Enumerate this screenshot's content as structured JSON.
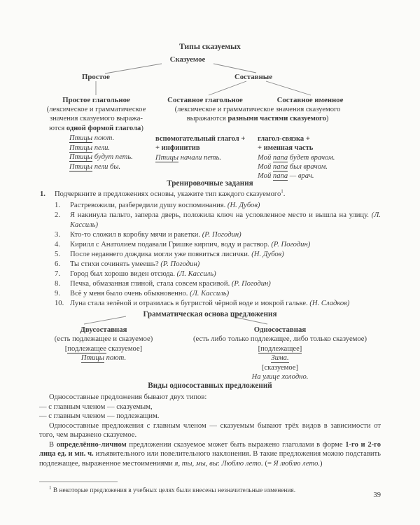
{
  "theme": {
    "ink": "#3c3c3c",
    "line": "#8a8a8a",
    "bg": "#fbfbf9"
  },
  "page": {
    "number": "39"
  },
  "d1": {
    "title": "Типы сказуемых",
    "root": "Сказуемое",
    "branch_simple": "Простое",
    "branch_compound": "Составные",
    "col1": {
      "heading": "Простое глагольное",
      "desc1": "(лексическое и грамматическое",
      "desc2": "значения сказуемого выража-",
      "desc3_pre": "ются ",
      "desc3_bold": "одной формой глагола",
      "desc3_close": ")",
      "ex": [
        {
          "subj": "Птицы",
          "rest": " поют."
        },
        {
          "subj": "Птицы",
          "rest": " пели."
        },
        {
          "subj": "Птицы",
          "rest": " будут петь."
        },
        {
          "subj": "Птицы",
          "rest": " пели бы."
        }
      ]
    },
    "col2": {
      "heading": "Составное глагольное",
      "formula1": "вспомогательный глагол +",
      "formula2": "+ инфинитив",
      "ex_subj": "Птицы",
      "ex_rest": " начали петь."
    },
    "col3": {
      "heading": "Составное именное",
      "formula1": "глагол-связка +",
      "formula2": "+ именная часть",
      "ex": [
        {
          "pre": "Мой ",
          "subj": "папа",
          "rest": " будет врачом."
        },
        {
          "pre": "Мой ",
          "subj": "папа",
          "rest": " был врачом."
        },
        {
          "pre": "Мой ",
          "subj": "папа",
          "rest": " — врач."
        }
      ]
    },
    "shared_desc1": "(лексическое и грамматическое значения сказуемого",
    "shared_desc2_pre": "выражаются ",
    "shared_desc2_bold": "разными частями сказуемого",
    "shared_desc2_close": ")"
  },
  "exercise": {
    "title": "Тренировочные задания",
    "num": "1.",
    "task": "Подчеркните в предложениях основы, укажите тип каждого сказуемого",
    "task_ref": "1",
    "task_close": ".",
    "items": [
      {
        "num": "1.",
        "text": "Растревожили, разбередили душу воспоминания. ",
        "author": "(Н. Дубов)"
      },
      {
        "num": "2.",
        "text": "Я накинула пальто, заперла дверь, положила ключ на условленное место и вышла на улицу. ",
        "author": "(Л. Кассиль)"
      },
      {
        "num": "3.",
        "text": "Кто-то сложил в коробку мячи и ракетки. ",
        "author": "(Р. Погодин)"
      },
      {
        "num": "4.",
        "text": "Кирилл с Анатолием подавали Гришке кирпич, воду и раствор. ",
        "author": "(Р. Погодин)"
      },
      {
        "num": "5.",
        "text": "После недавнего дождика могли уже появиться лисички. ",
        "author": "(Н. Дубов)"
      },
      {
        "num": "6.",
        "text": "Ты стихи сочинять умеешь? ",
        "author": "(Р. Погодин)"
      },
      {
        "num": "7.",
        "text": "Город был хорошо виден отсюда. ",
        "author": "(Л. Кассиль)"
      },
      {
        "num": "8.",
        "text": "Печка, обмазанная глиной, стала совсем красивой. ",
        "author": "(Р. Погодин)"
      },
      {
        "num": "9.",
        "text": "Всё у меня было очень обыкновенно. ",
        "author": "(Л. Кассиль)"
      },
      {
        "num": "10.",
        "text": "Луна стала зелёной и отразилась в бугристой чёрной воде и мокрой гальке. ",
        "author": "(Н. Сладков)"
      }
    ]
  },
  "gb": {
    "title": "Грамматическая основа предложения",
    "two_part": {
      "heading": "Двусоставная",
      "desc": "(есть подлежащее и сказуемое)",
      "bracket_open": "[",
      "bracket_subj": "подлежащее",
      "bracket_rest": " сказуемое]",
      "ex_subj": "Птицы",
      "ex_rest": " поют."
    },
    "one_part": {
      "heading": "Односоставная",
      "desc": "(есть либо только подлежащее, либо только сказуемое)",
      "subj_label": "[подлежащее]",
      "subj_example": "Зима.",
      "pred_label": "[сказуемое]",
      "pred_example": "На улице холодно."
    }
  },
  "op": {
    "title": "Виды односоставных предложений",
    "p1": "Односоставные предложения бывают двух типов:",
    "li1": "— с главным членом — сказуемым,",
    "li2": "— с главным членом — подлежащим.",
    "p2": "Односоставные предложения с главным членом — сказуемым бывают трёх видов в зависимости от того, чем выражено сказуемое.",
    "p3_pre": "В ",
    "p3_bold1": "определённо-личном",
    "p3_mid1": " предложении сказуемое может быть выражено глаголами в форме ",
    "p3_bold2": "1-го и 2-го лица ед. и мн. ч.",
    "p3_mid2": " изъявительного или повелительного наклонения. В такие предложения можно подставить подлежащее, выраженное местоимениями ",
    "p3_it1": "я, ты, мы, вы",
    "p3_mid3": ": ",
    "p3_it2": "Люблю лето.",
    "p3_mid4": " (= ",
    "p3_it3": "Я люблю лето.",
    "p3_end": ")"
  },
  "footnote": {
    "ref": "1",
    "text": " В некоторые предложения в учебных целях были внесены незначительные изменения."
  }
}
